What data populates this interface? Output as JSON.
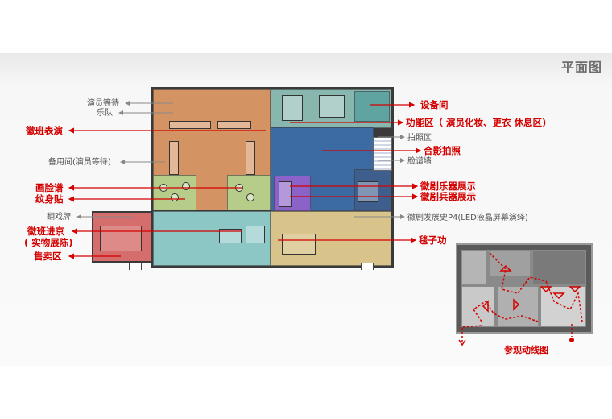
{
  "title": "平面图",
  "right_labels": {
    "equipment_room": "设备间",
    "function_area": "功能区（ 演员化妆、更衣 休息区)",
    "photo_area": "拍照区",
    "group_photo": "合影拍照",
    "face_wall": "脸谱墙",
    "music_display": "徽剧乐器展示",
    "weapon_display": "徽剧兵器展示",
    "history": "徽剧发展史P4(LED液晶屏幕演绎)",
    "carpet_art": "毯子功"
  },
  "left_labels": {
    "actor_waiting": "演员等待",
    "band": "乐队",
    "huiban_perform": "徽班表演",
    "spare_room": "备用间(演员等待)",
    "face_painting": "画脸谱",
    "tattoo": "纹身贴",
    "play_sign": "翻戏牌",
    "huiban_enter_1": "徽班进京",
    "huiban_enter_2": "( 实物展陈)",
    "sales": "售卖区"
  },
  "mini_map": {
    "caption": "参观动线图"
  },
  "colors": {
    "red": "#d40000",
    "gray": "#555555"
  }
}
